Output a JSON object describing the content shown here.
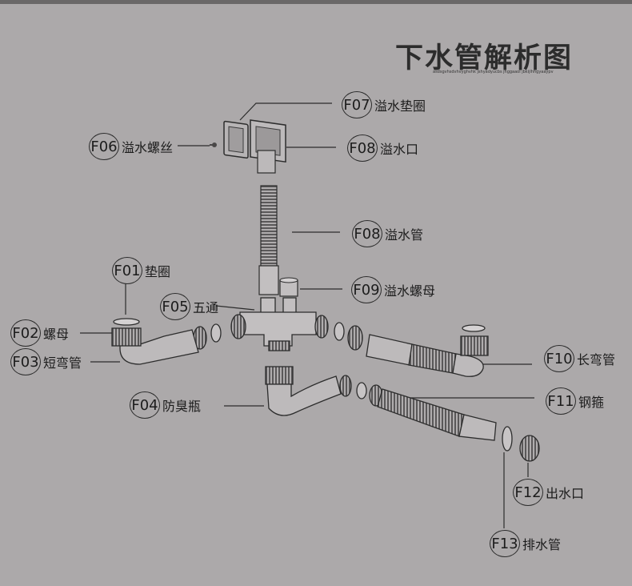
{
  "header": {
    "title": "下水管解析图",
    "subtitle": "asdsgvhsdvhvyghvhk jshyadyucbs jhggaaol jbkijlhhgyaaypv"
  },
  "callouts": [
    {
      "code": "F07",
      "name": "溢水垫圈"
    },
    {
      "code": "F06",
      "name": "溢水螺丝"
    },
    {
      "code": "F08",
      "name": "溢水口"
    },
    {
      "code": "F08",
      "name": "溢水管"
    },
    {
      "code": "F01",
      "name": "垫圈"
    },
    {
      "code": "F09",
      "name": "溢水螺母"
    },
    {
      "code": "F05",
      "name": "五通"
    },
    {
      "code": "F02",
      "name": "螺母"
    },
    {
      "code": "F03",
      "name": "短弯管"
    },
    {
      "code": "F10",
      "name": "长弯管"
    },
    {
      "code": "F04",
      "name": "防臭瓶"
    },
    {
      "code": "F11",
      "name": "钢箍"
    },
    {
      "code": "F12",
      "name": "出水口"
    },
    {
      "code": "F13",
      "name": "排水管"
    }
  ]
}
